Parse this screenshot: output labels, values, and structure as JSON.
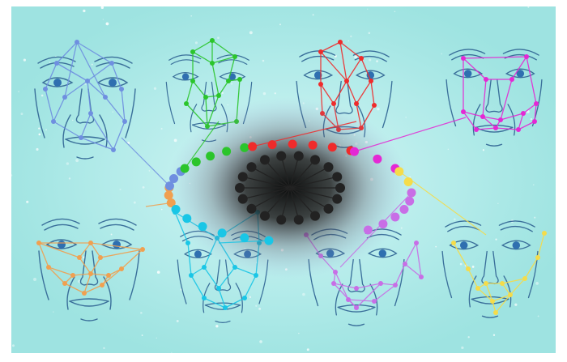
{
  "image": {
    "description_free": true,
    "background": {
      "base": "#a8e8e6",
      "light": "#d8f6f4",
      "haze": "#c2f0ee",
      "border": "#ffffff"
    },
    "face_ink": "#3a6f9a",
    "eye_iris": "#2f6fb0",
    "center_blob": "#1a1a1a",
    "clusters": [
      {
        "id": "face-top-1",
        "color": "#6f8fe0"
      },
      {
        "id": "face-top-2",
        "color": "#2bc52b"
      },
      {
        "id": "face-top-3",
        "color": "#ef2b2b"
      },
      {
        "id": "face-top-4",
        "color": "#e428d4"
      },
      {
        "id": "face-bottom-1",
        "color": "#f0a050"
      },
      {
        "id": "face-bottom-2",
        "color": "#19c6e6"
      },
      {
        "id": "face-bottom-3",
        "color": "#c86ee6"
      },
      {
        "id": "face-bottom-4",
        "color": "#f5dc4a"
      }
    ],
    "hub_color": "#222222"
  }
}
